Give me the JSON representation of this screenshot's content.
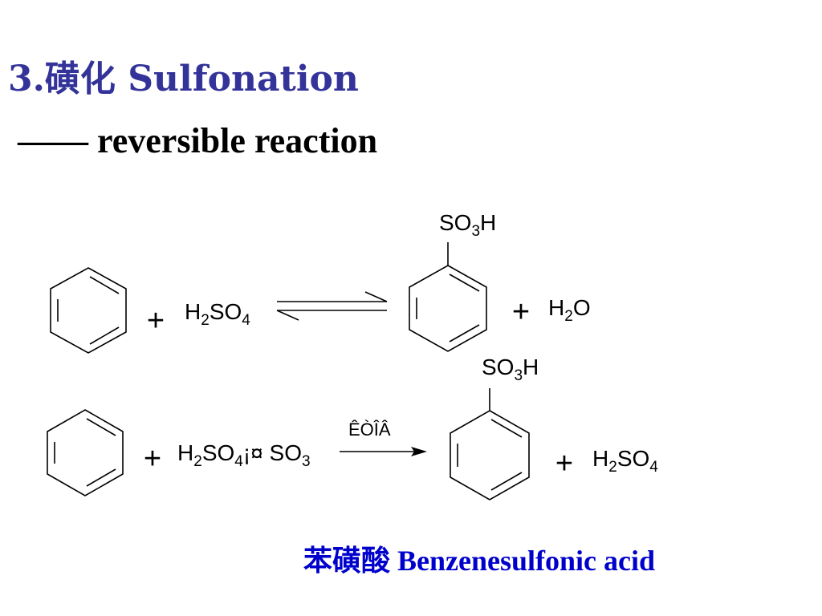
{
  "slide": {
    "title": "3.磺化 Sulfonation",
    "subtitle": "——  reversible reaction",
    "caption": "苯磺酸 Benzenesulfonic acid"
  },
  "reaction1": {
    "reactant2": [
      "H",
      "2",
      "SO",
      "4"
    ],
    "product_group": [
      "SO",
      "3",
      "H"
    ],
    "byproduct": [
      "H",
      "2",
      "O"
    ],
    "plus": "+",
    "arrow": "equilibrium"
  },
  "reaction2": {
    "reactant2": [
      "H",
      "2",
      "SO",
      "4",
      "¡¤ SO",
      "3"
    ],
    "condition": "ÊÒÎÂ",
    "product_group": [
      "SO",
      "3",
      "H"
    ],
    "byproduct": [
      "H",
      "2",
      "SO",
      "4"
    ],
    "plus": "+",
    "arrow": "forward"
  },
  "colors": {
    "title": "#33339a",
    "caption": "#0000cc",
    "structure": "#000000"
  }
}
